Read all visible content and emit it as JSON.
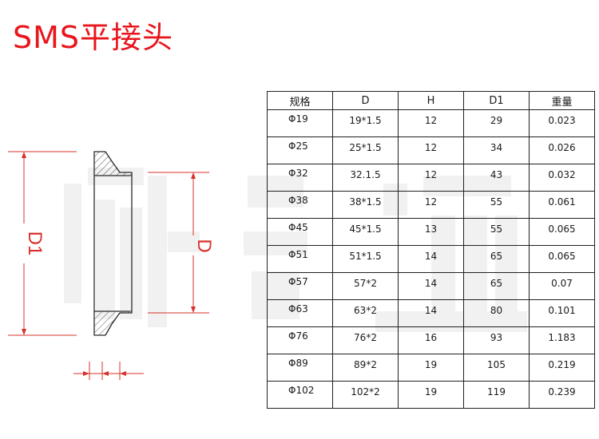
{
  "title": "SMS平接头",
  "colors": {
    "title": "#e8161c",
    "drawing_outline": "#2a2a2a",
    "dimension": "#d9302a",
    "watermark": "#f1f1f1"
  },
  "drawing_labels": {
    "d1": "D1",
    "d": "D"
  },
  "watermark_text": "诚 通",
  "table": {
    "headers": [
      "规格",
      "D",
      "H",
      "D1",
      "重量"
    ],
    "rows": [
      [
        "Φ19",
        "19*1.5",
        "12",
        "29",
        "0.023"
      ],
      [
        "Φ25",
        "25*1.5",
        "12",
        "34",
        "0.026"
      ],
      [
        "Φ32",
        "32.1.5",
        "12",
        "43",
        "0.032"
      ],
      [
        "Φ38",
        "38*1.5",
        "12",
        "55",
        "0.061"
      ],
      [
        "Φ45",
        "45*1.5",
        "13",
        "55",
        "0.065"
      ],
      [
        "Φ51",
        "51*1.5",
        "14",
        "65",
        "0.065"
      ],
      [
        "Φ57",
        "57*2",
        "14",
        "65",
        "0.07"
      ],
      [
        "Φ63",
        "63*2",
        "14",
        "80",
        "0.101"
      ],
      [
        "Φ76",
        "76*2",
        "16",
        "93",
        "1.183"
      ],
      [
        "Φ89",
        "89*2",
        "19",
        "105",
        "0.219"
      ],
      [
        "Φ102",
        "102*2",
        "19",
        "119",
        "0.239"
      ]
    ]
  }
}
